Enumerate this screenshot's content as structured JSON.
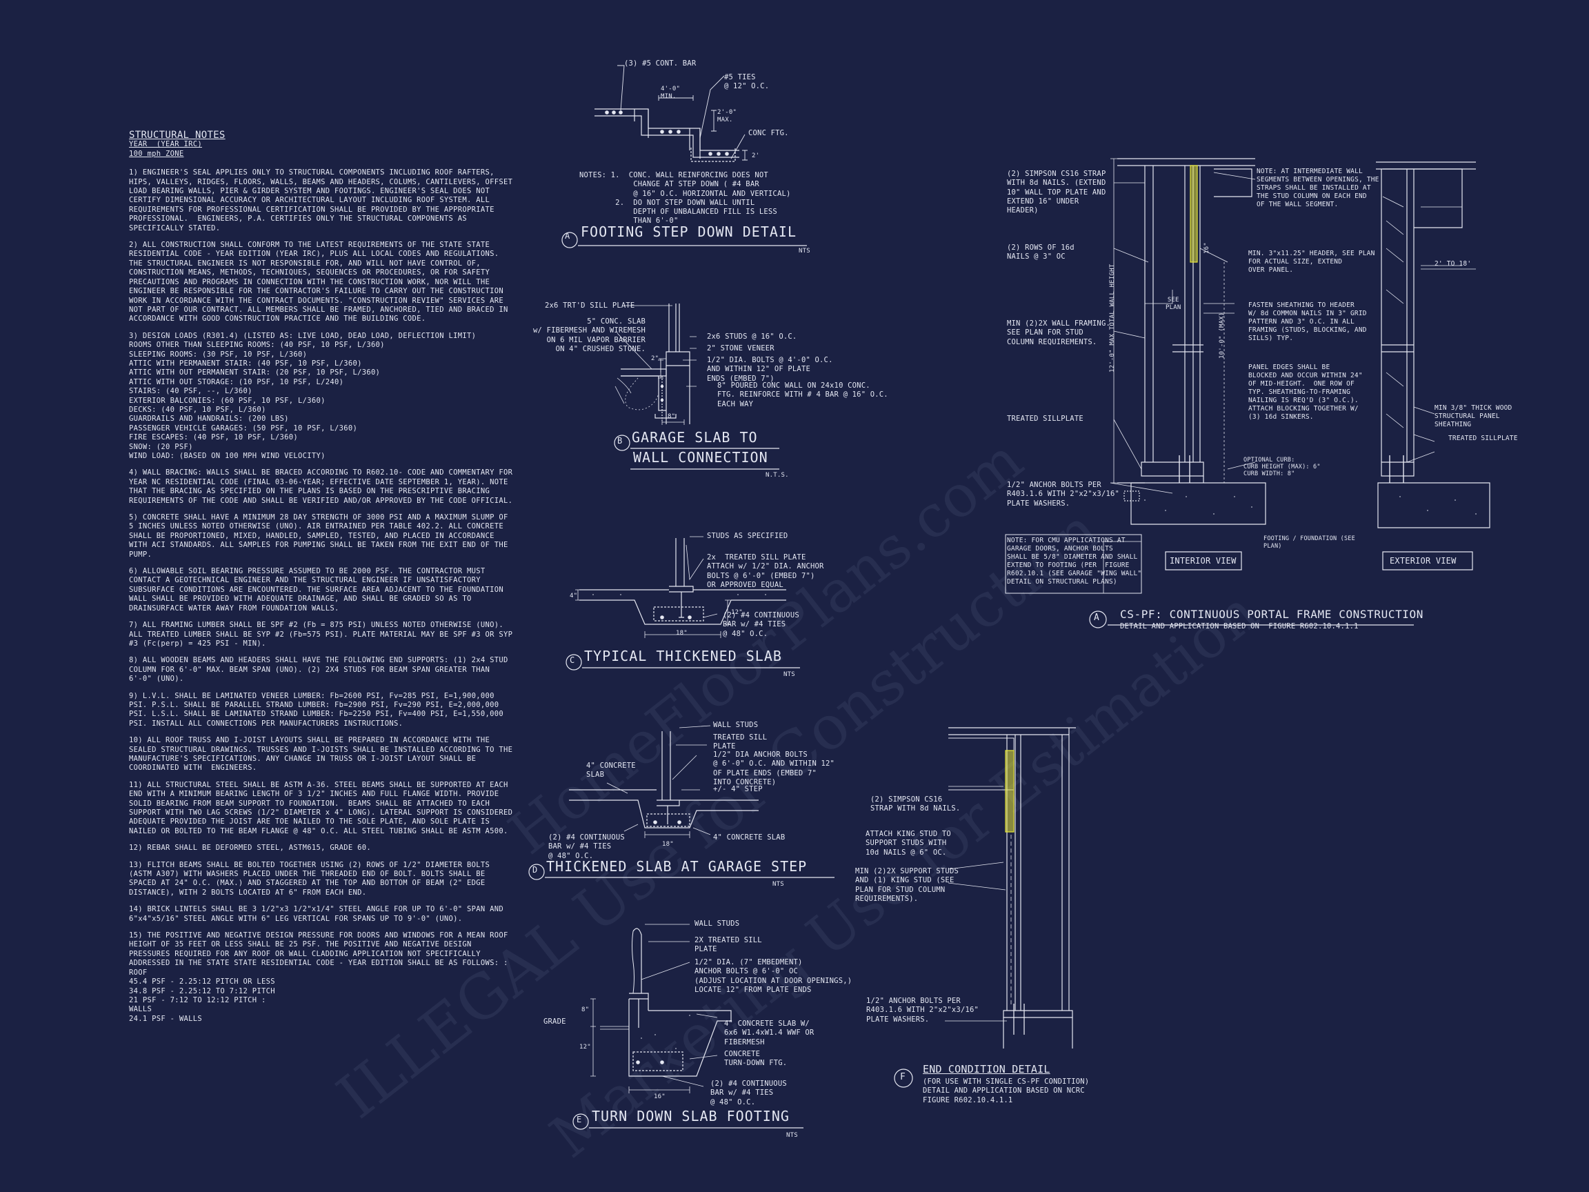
{
  "notes": {
    "title": "STRUCTURAL NOTES",
    "sub1": "YEAR  (YEAR IRC)",
    "sub2": "100 mph ZONE",
    "items": [
      "1) ENGINEER'S SEAL APPLIES ONLY TO STRUCTURAL COMPONENTS INCLUDING ROOF RAFTERS, HIPS, VALLEYS, RIDGES, FLOORS, WALLS, BEAMS AND HEADERS, COLUMS, CANTILEVERS, OFFSET LOAD BEARING WALLS, PIER & GIRDER SYSTEM AND FOOTINGS. ENGINEER'S SEAL DOES NOT CERTIFY DIMENSIONAL ACCURACY OR ARCHITECTURAL LAYOUT INCLUDING ROOF SYSTEM. ALL REQUIREMENTS FOR PROFESSIONAL CERTIFICATION SHALL BE PROVIDED BY THE APPROPRIATE PROFESSIONAL.  ENGINEERS, P.A. CERTIFIES ONLY THE STRUCTURAL COMPONENTS AS SPECIFICALLY STATED.",
      "2) ALL CONSTRUCTION SHALL CONFORM TO THE LATEST REQUIREMENTS OF THE STATE STATE RESIDENTIAL CODE - YEAR EDITION (YEAR IRC), PLUS ALL LOCAL CODES AND REGULATIONS. THE STRUCTURAL ENGINEER IS NOT RESPONSIBLE FOR, AND WILL NOT HAVE CONTROL OF, CONSTRUCTION MEANS, METHODS, TECHNIQUES, SEQUENCES OR PROCEDURES, OR FOR SAFETY PRECAUTIONS AND PROGRAMS IN CONNECTION WITH THE CONSTRUCTION WORK, NOR WILL THE ENGINEER BE RESPONSIBLE FOR THE CONTRACTOR'S FAILURE TO CARRY OUT THE CONSTRUCTION WORK IN ACCORDANCE WITH THE CONTRACT DOCUMENTS. \"CONSTRUCTION REVIEW\" SERVICES ARE NOT PART OF OUR CONTRACT. ALL MEMBERS SHALL BE FRAMED, ANCHORED, TIED AND BRACED IN ACCORDANCE WITH GOOD CONSTRUCTION PRACTICE AND THE BUILDING CODE.",
      "3) DESIGN LOADS (R301.4) (LISTED AS: LIVE LOAD, DEAD LOAD, DEFLECTION LIMIT)\nROOMS OTHER THAN SLEEPING ROOMS: (40 PSF, 10 PSF, L/360)\nSLEEPING ROOMS: (30 PSF, 10 PSF, L/360)\nATTIC WITH PERMANENT STAIR: (40 PSF, 10 PSF, L/360)\nATTIC WITH OUT PERMANENT STAIR: (20 PSF, 10 PSF, L/360)\nATTIC WITH OUT STORAGE: (10 PSF, 10 PSF, L/240)\nSTAIRS: (40 PSF, --, L/360)\nEXTERIOR BALCONIES: (60 PSF, 10 PSF, L/360)\nDECKS: (40 PSF, 10 PSF, L/360)\nGUARDRAILS AND HANDRAILS: (200 LBS)\nPASSENGER VEHICLE GARAGES: (50 PSF, 10 PSF, L/360)\nFIRE ESCAPES: (40 PSF, 10 PSF, L/360)\nSNOW: (20 PSF)\nWIND LOAD: (BASED ON 100 MPH WIND VELOCITY)",
      "4) WALL BRACING: WALLS SHALL BE BRACED ACCORDING TO R602.10- CODE AND COMMENTARY FOR YEAR NC RESIDENTIAL CODE (FINAL 03-06-YEAR; EFFECTIVE DATE SEPTEMBER 1, YEAR). NOTE THAT THE BRACING AS SPECIFIED ON THE PLANS IS BASED ON THE PRESCRIPTIVE BRACING REQUIREMENTS OF THE CODE AND SHALL BE VERIFIED AND/OR APPROVED BY THE CODE OFFICIAL.",
      "5) CONCRETE SHALL HAVE A MINIMUM 28 DAY STRENGTH OF 3000 PSI AND A MAXIMUM SLUMP OF 5 INCHES UNLESS NOTED OTHERWISE (UNO). AIR ENTRAINED PER TABLE 402.2. ALL CONCRETE SHALL BE PROPORTIONED, MIXED, HANDLED, SAMPLED, TESTED, AND PLACED IN ACCORDANCE WITH ACI STANDARDS. ALL SAMPLES FOR PUMPING SHALL BE TAKEN FROM THE EXIT END OF THE PUMP.",
      "6) ALLOWABLE SOIL BEARING PRESSURE ASSUMED TO BE 2000 PSF. THE CONTRACTOR MUST CONTACT A GEOTECHNICAL ENGINEER AND THE STRUCTURAL ENGINEER IF UNSATISFACTORY SUBSURFACE CONDITIONS ARE ENCOUNTERED. THE SURFACE AREA ADJACENT TO THE FOUNDATION WALL SHALL BE PROVIDED WITH ADEQUATE DRAINAGE, AND SHALL BE GRADED SO AS TO DRAINSURFACE WATER AWAY FROM FOUNDATION WALLS.",
      "7) ALL FRAMING LUMBER SHALL BE SPF #2 (Fb = 875 PSI) UNLESS NOTED OTHERWISE (UNO). ALL TREATED LUMBER SHALL BE SYP #2 (Fb=575 PSI). PLATE MATERIAL MAY BE SPF #3 OR SYP #3 (Fc(perp) = 425 PSI - MIN).",
      "8) ALL WOODEN BEAMS AND HEADERS SHALL HAVE THE FOLLOWING END SUPPORTS: (1) 2x4 STUD COLUMN FOR 6'-0\" MAX. BEAM SPAN (UNO). (2) 2X4 STUDS FOR BEAM SPAN GREATER THAN 6'-0\" (UNO).",
      "9) L.V.L. SHALL BE LAMINATED VENEER LUMBER: Fb=2600 PSI, Fv=285 PSI, E=1,900,000 PSI. P.S.L. SHALL BE PARALLEL STRAND LUMBER: Fb=2900 PSI, Fv=290 PSI, E=2,000,000 PSI. L.S.L. SHALL BE LAMINATED STRAND LUMBER: Fb=2250 PSI, Fv=400 PSI, E=1,550,000 PSI. INSTALL ALL CONNECTIONS PER MANUFACTURERS INSTRUCTIONS.",
      "10) ALL ROOF TRUSS AND I-JOIST LAYOUTS SHALL BE PREPARED IN ACCORDANCE WITH THE SEALED STRUCTURAL DRAWINGS. TRUSSES AND I-JOISTS SHALL BE INSTALLED ACCORDING TO THE MANUFACTURE'S SPECIFICATIONS. ANY CHANGE IN TRUSS OR I-JOIST LAYOUT SHALL BE COORDINATED WITH  ENGINEERS.",
      "11) ALL STRUCTURAL STEEL SHALL BE ASTM A-36. STEEL BEAMS SHALL BE SUPPORTED AT EACH END WITH A MINIMUM BEARING LENGTH OF 3 1/2\" INCHES AND FULL FLANGE WIDTH. PROVIDE SOLID BEARING FROM BEAM SUPPORT TO FOUNDATION.  BEAMS SHALL BE ATTACHED TO EACH SUPPORT WITH TWO LAG SCREWS (1/2\" DIAMETER x 4\" LONG). LATERAL SUPPORT IS CONSIDERED ADEQUATE PROVIDED THE JOIST ARE TOE NAILED TO THE SOLE PLATE, AND SOLE PLATE IS NAILED OR BOLTED TO THE BEAM FLANGE @ 48\" O.C. ALL STEEL TUBING SHALL BE ASTM A500.",
      "12) REBAR SHALL BE DEFORMED STEEL, ASTM615, GRADE 60.",
      "13) FLITCH BEAMS SHALL BE BOLTED TOGETHER USING (2) ROWS OF 1/2\" DIAMETER BOLTS (ASTM A307) WITH WASHERS PLACED UNDER THE THREADED END OF BOLT. BOLTS SHALL BE SPACED AT 24\" O.C. (MAX.) AND STAGGERED AT THE TOP AND BOTTOM OF BEAM (2\" EDGE DISTANCE), WITH 2 BOLTS LOCATED AT 6\" FROM EACH END.",
      "14) BRICK LINTELS SHALL BE 3 1/2\"x3 1/2\"x1/4\" STEEL ANGLE FOR UP TO 6'-0\" SPAN AND 6\"x4\"x5/16\" STEEL ANGLE WITH 6\" LEG VERTICAL FOR SPANS UP TO 9'-0\" (UNO).",
      "15) THE POSITIVE AND NEGATIVE DESIGN PRESSURE FOR DOORS AND WINDOWS FOR A MEAN ROOF HEIGHT OF 35 FEET OR LESS SHALL BE 25 PSF. THE POSITIVE AND NEGATIVE DESIGN PRESSURES REQUIRED FOR ANY ROOF OR WALL CLADDING APPLICATION NOT SPECIFICALLY ADDRESSED IN THE STATE STATE RESIDENTIAL CODE - YEAR EDITION SHALL BE AS FOLLOWS: :\nROOF\n45.4 PSF - 2.25:12 PITCH OR LESS\n34.8 PSF - 2.25:12 TO 7:12 PITCH\n21 PSF - 7:12 TO 12:12 PITCH :\nWALLS\n24.1 PSF - WALLS"
    ]
  },
  "detailA": {
    "bubble": "A",
    "title": "FOOTING STEP DOWN DETAIL",
    "scale": "NTS",
    "labels": {
      "bar": "(3) #5 CONT. BAR",
      "ties": "#5 TIES\n@ 12\" O.C.",
      "ftg": "CONC FTG.",
      "dimw": "4'-0\"\nMIN.",
      "dimh": "2'-0\"\nMAX.",
      "d": "2'"
    },
    "notes": "NOTES: 1.  CONC. WALL REINFORCING DOES NOT\n            CHANGE AT STEP DOWN ( #4 BAR\n            @ 16\" O.C. HORIZONTAL AND VERTICAL)\n        2.  DO NOT STEP DOWN WALL UNTIL\n            DEPTH OF UNBALANCED FILL IS LESS\n            THAN 6'-0\""
  },
  "detailB": {
    "bubble": "B",
    "title1": "GARAGE SLAB TO",
    "title2": "WALL CONNECTION",
    "scale": "N.T.S.",
    "labels": {
      "sill": "2x6 TRT'D SILL PLATE",
      "slab": "5\" CONC. SLAB\nw/ FIBERMESH AND WIREMESH\nON 6 MIL VAPOR BARRIER\nON 4\" CRUSHED STONE.",
      "studs": "2x6 STUDS @ 16\" O.C.",
      "veneer": "2\" STONE VENEER",
      "bolts": "1/2\" DIA. BOLTS @ 4'-0\" O.C.\nAND WITHIN 12\" OF PLATE\nENDS (EMBED 7\")",
      "wall": "8\" POURED CONC WALL ON 24x10 CONC.\nFTG. REINFORCE WITH # 4 BAR @ 16\" O.C.\nEACH WAY",
      "d8": "8\"",
      "d2": "2\""
    }
  },
  "detailC": {
    "bubble": "C",
    "title": "TYPICAL THICKENED SLAB",
    "scale": "NTS",
    "labels": {
      "studs": "STUDS AS SPECIFIED",
      "sill": "2x  TREATED SILL PLATE\nATTACH w/ 1/2\" DIA. ANCHOR\nBOLTS @ 6'-0\" (EMBED 7\")\nOR APPROVED EQUAL",
      "bar": "(2) #4 CONTINUOUS\nBAR w/ #4 TIES\n@ 48\" O.C.",
      "d18": "18\"",
      "d4": "4\"",
      "d12": "12\""
    }
  },
  "detailD": {
    "bubble": "D",
    "title": "THICKENED SLAB AT GARAGE STEP",
    "scale": "NTS",
    "labels": {
      "studs": "WALL STUDS",
      "sill": "TREATED SILL\nPLATE",
      "bolts": "1/2\" DIA ANCHOR BOLTS\n@ 6'-0\" O.C. AND WITHIN 12\"\nOF PLATE ENDS (EMBED 7\"\nINTO CONCRETE)",
      "step": "+/- 4\" STEP",
      "slab_l": "4\" CONCRETE\nSLAB",
      "slab_r": "4\" CONCRETE SLAB",
      "bar": "(2) #4 CONTINUOUS\nBAR w/ #4 TIES\n@ 48\" O.C.",
      "d18": "18\""
    }
  },
  "detailE": {
    "bubble": "E",
    "title": "TURN DOWN SLAB FOOTING",
    "scale": "NTS",
    "labels": {
      "studs": "WALL STUDS",
      "sill": "2X TREATED SILL\nPLATE",
      "bolts": "1/2\" DIA. (7\" EMBEDMENT)\nANCHOR BOLTS @ 6'-0\" OC\n(ADJUST LOCATION AT DOOR OPENINGS,)\nLOCATE 12\" FROM PLATE ENDS",
      "slab": "4\" CONCRETE SLAB W/\n6x6 W1.4xW1.4 WWF OR\nFIBERMESH",
      "ftg": "CONCRETE\nTURN-DOWN FTG.",
      "bar": "(2) #4 CONTINUOUS\nBAR w/ #4 TIES\n@ 48\" O.C.",
      "grade": "GRADE",
      "d8": "8\"",
      "d12": "12\"",
      "d16": "16\""
    }
  },
  "detailPF": {
    "bubble": "A",
    "title": "CS-PF: CONTINUOUS PORTAL FRAME CONSTRUCTION",
    "subtitle": "DETAIL AND APPLICATION BASED ON  FIGURE R602.10.4.1.1",
    "interior": "INTERIOR VIEW",
    "exterior": "EXTERIOR VIEW",
    "labels": {
      "strap": "(2) SIMPSON CS16 STRAP\nWITH 8d NAILS. (EXTEND\n10\" WALL TOP PLATE AND\nEXTEND 16\" UNDER\nHEADER)",
      "nails": "(2) ROWS OF 16d\nNAILS @ 3\" OC",
      "framing": "MIN (2)2X WALL FRAMING.\nSEE PLAN FOR STUD\nCOLUMN REQUIREMENTS.",
      "sillplate": "TREATED SILLPLATE",
      "anchor": "1/2\" ANCHOR BOLTS PER\nR403.1.6 WITH 2\"x2\"x3/16\"\nPLATE WASHERS.",
      "cmu": "NOTE: FOR CMU APPLICATIONS AT\nGARAGE DOORS, ANCHOR BOLTS\nSHALL BE 5/8\" DIAMETER AND SHALL\nEXTEND TO FOOTING (PER  FIGURE\nR602.10.1 (SEE GARAGE \"WING WALL\"\nDETAIL ON STRUCTURAL PLANS)",
      "note_int": "NOTE: AT INTERMEDIATE WALL\nSEGMENTS BETWEEN OPENINGS, THE\nSTRAPS SHALL BE INSTALLED AT\nTHE STUD COLUMN ON EACH END\nOF THE WALL SEGMENT.",
      "header": "MIN. 3\"x11.25\" HEADER, SEE PLAN\nFOR ACTUAL SIZE, EXTEND\nOVER PANEL.",
      "sheathing": "FASTEN SHEATHING TO HEADER\nW/ 8d COMMON NAILS IN 3\" GRID\nPATTERN AND 3\" O.C. IN ALL\nFRAMING (STUDS, BLOCKING, AND\nSILLS) TYP.",
      "panel": "PANEL EDGES SHALL BE\nBLOCKED AND OCCUR WITHIN 24\"\nOF MID-HEIGHT.  ONE ROW OF\nTYP. SHEATHING-TO-FRAMING\nNAILING IS REQ'D (3\" O.C.).\nATTACH BLOCKING TOGETHER W/\n(3) 16d SINKERS.",
      "structural": "MIN 3/8\" THICK WOOD\nSTRUCTURAL PANEL\nSHEATHING",
      "treated": "TREATED SILLPLATE",
      "curb": "OPTIONAL CURB:\nCURB HEIGHT (MAX): 6\"\nCURB WIDTH: 8\"",
      "footing": "FOOTING / FOUNDATION (SEE\nPLAN)",
      "two_to": "2' TO 18'",
      "seeplan": "SEE\nPLAN",
      "d16": "16\"",
      "maxh": "12'-0\" MAX TOTAL WALL HEIGHT",
      "maxh2": "10'-0\" (MAX)"
    }
  },
  "detailF": {
    "bubble": "F",
    "title": "END CONDITION DETAIL",
    "subtitle": "(FOR USE WITH SINGLE CS-PF CONDITION)\nDETAIL AND APPLICATION BASED ON NCRC\nFIGURE R602.10.4.1.1",
    "labels": {
      "strap": "(2) SIMPSON CS16\nSTRAP WITH 8d NAILS.",
      "king": "ATTACH KING STUD TO\nSUPPORT STUDS WITH\n10d NAILS @ 6\" OC.",
      "support": "MIN (2)2X SUPPORT STUDS\nAND (1) KING STUD (SEE\nPLAN FOR STUD COLUMN\nREQUIREMENTS).",
      "anchor": "1/2\" ANCHOR BOLTS PER\nR403.1.6 WITH 2\"x2\"x3/16\"\nPLATE WASHERS."
    }
  },
  "watermark": {
    "line1": "ILLEGAL Use for Construction",
    "line2": "Marketing Use for Estimation",
    "line3": "HomeFloorPlans.com"
  },
  "colors": {
    "background": "#1b2143",
    "line": "#e6e8f2",
    "strap": "#e2e23a"
  }
}
